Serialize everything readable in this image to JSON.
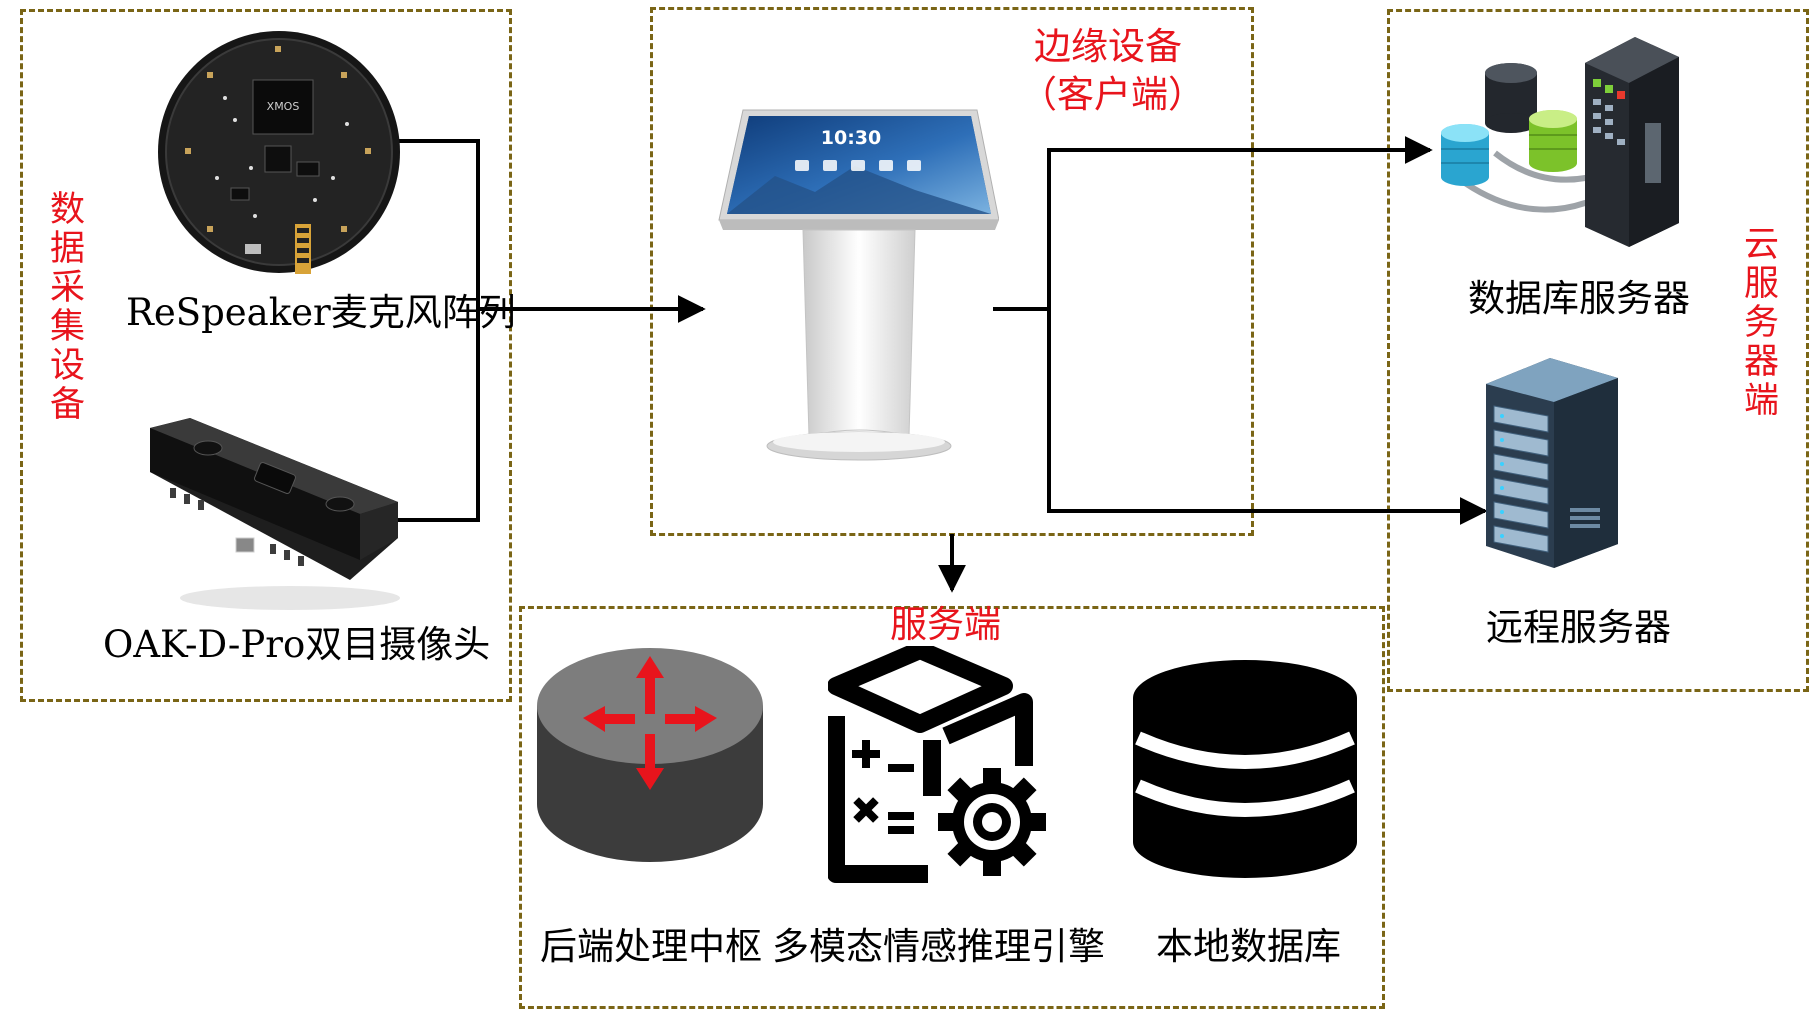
{
  "groups": {
    "data_collection": "数据采集设备",
    "edge": "边缘设备（客户端）",
    "edge_line1": "边缘设备",
    "edge_line2": "（客户端）",
    "cloud": "云服务器端",
    "server": "服务端"
  },
  "devices": {
    "mic_array": "ReSpeaker麦克风阵列",
    "camera": "OAK-D-Pro双目摄像头",
    "kiosk_time": "10:30",
    "db_server": "数据库服务器",
    "remote_server": "远程服务器",
    "backend_hub": "后端处理中枢",
    "emotion_engine": "多模态情感推理引擎",
    "local_db": "本地数据库",
    "chip_brand": "XMOS"
  },
  "colors": {
    "box_border": "#7a6516",
    "label_red": "#e8141c",
    "arrow": "#000000"
  }
}
